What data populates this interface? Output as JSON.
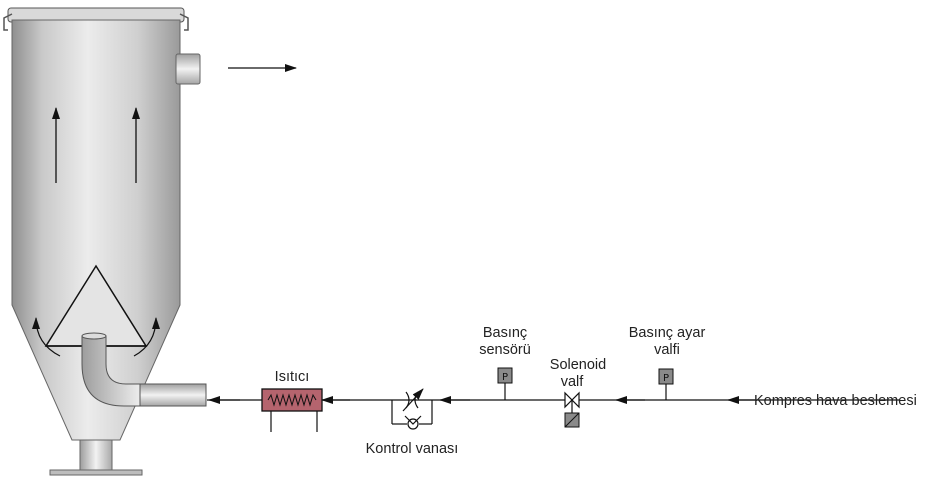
{
  "labels": {
    "heater": "Isıtıcı",
    "control_valve": "Kontrol vanası",
    "pressure_sensor_line1": "Basınç",
    "pressure_sensor_line2": "sensörü",
    "solenoid_line1": "Solenoid",
    "solenoid_line2": "valf",
    "regulator_line1": "Basınç ayar",
    "regulator_line2": "valfi",
    "air_supply": "Kompres hava beslemesi",
    "pressure_symbol": "P"
  },
  "colors": {
    "heater_fill": "#b5646e",
    "line": "#111111",
    "vessel_light": "#e8e8e8",
    "vessel_dark": "#9a9a9a"
  }
}
